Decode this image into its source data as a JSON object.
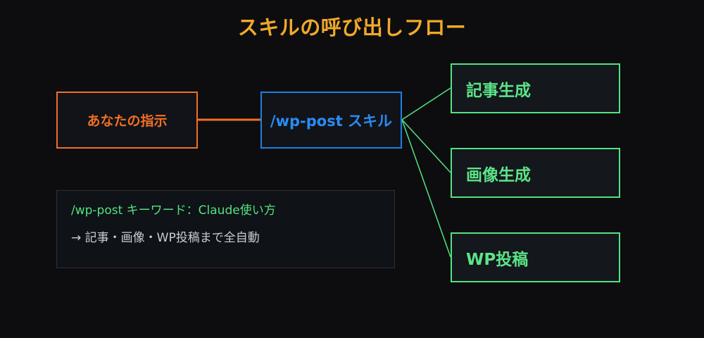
{
  "title": "スキルの呼び出しフロー",
  "nodes": {
    "instruction": "あなたの指示",
    "skill": "/wp-post スキル",
    "outputs": [
      "記事生成",
      "画像生成",
      "WP投稿"
    ]
  },
  "note": {
    "line1": "/wp-post キーワード：Claude使い方",
    "line2": "→ 記事・画像・WP投稿まで全自動"
  },
  "colors": {
    "title": "#f0a92a",
    "instruction": "#f26f24",
    "skill": "#1f7fe0",
    "output": "#52e37f",
    "background": "#0d0d10"
  }
}
